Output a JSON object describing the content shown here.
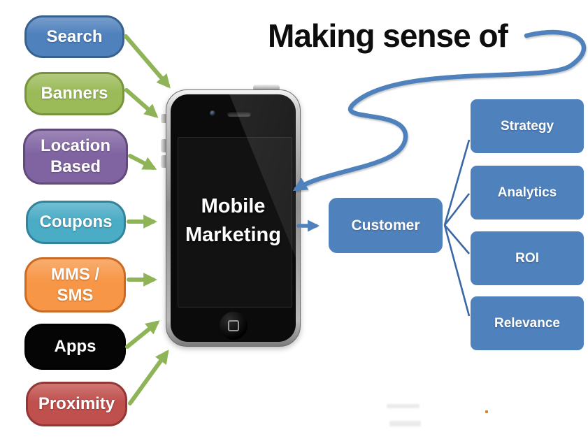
{
  "title": "Making sense of",
  "colors": {
    "arrow_green": "#8fb457",
    "arrow_blue": "#4f81bd",
    "connector_blue": "#3a67a5",
    "accent_blue": "#4f81bd"
  },
  "channels": [
    {
      "label": "Search",
      "fill": "#4f81bd",
      "border": "#38618f"
    },
    {
      "label": "Banners",
      "fill": "#9bbb59",
      "border": "#77933c"
    },
    {
      "label": "Location\nBased",
      "fill": "#8064a2",
      "border": "#604a7b"
    },
    {
      "label": "Coupons",
      "fill": "#4bacc6",
      "border": "#31849b"
    },
    {
      "label": "MMS /\nSMS",
      "fill": "#f79646",
      "border": "#ca6a23"
    },
    {
      "label": "Apps",
      "fill": "#050505",
      "border": "#000000"
    },
    {
      "label": "Proximity",
      "fill": "#c0504d",
      "border": "#943634"
    }
  ],
  "phone": {
    "label": "Mobile\nMarketing"
  },
  "customer": {
    "label": "Customer"
  },
  "outcomes": [
    {
      "label": "Strategy"
    },
    {
      "label": "Analytics"
    },
    {
      "label": "ROI"
    },
    {
      "label": "Relevance"
    }
  ]
}
